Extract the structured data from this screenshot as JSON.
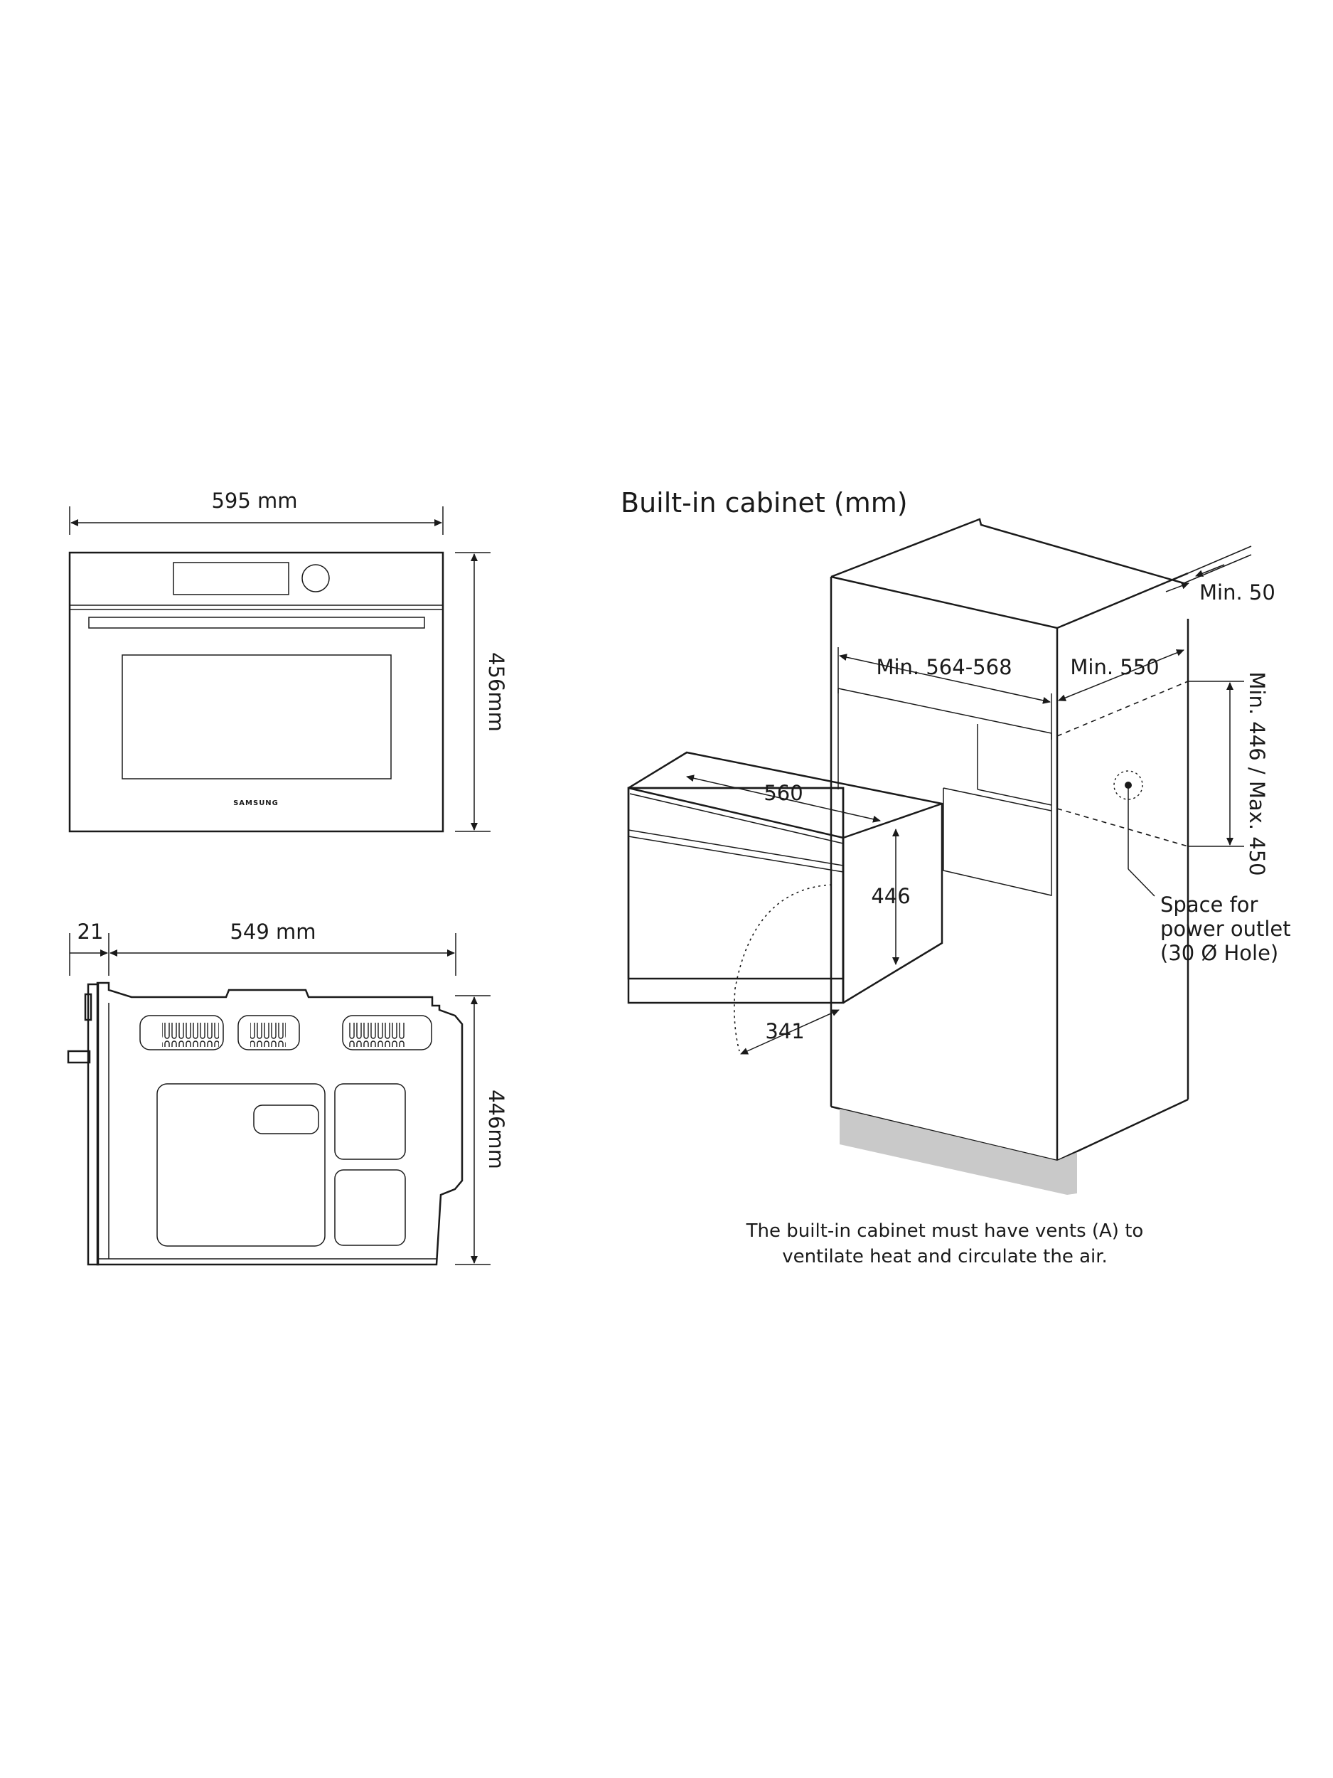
{
  "front_view": {
    "width_label": "595 mm",
    "height_label": "456mm",
    "brand_logo": "SAMSUNG"
  },
  "side_view": {
    "door_depth_label": "21",
    "depth_label": "549 mm",
    "height_label": "446mm"
  },
  "cabinet": {
    "title": "Built-in cabinet (mm)",
    "min_gap_label": "Min. 50",
    "width_label": "Min. 564-568",
    "depth_label": "Min. 550",
    "height_label": "Min. 446 / Max. 450",
    "appliance_depth_label": "560",
    "appliance_height_label": "446",
    "door_open_label": "341",
    "outlet_label": [
      "Space for",
      "power outlet",
      "(30 Ø Hole)"
    ],
    "vent_note": [
      "The built-in cabinet must have vents (A) to",
      "ventilate heat and circulate the air."
    ]
  }
}
